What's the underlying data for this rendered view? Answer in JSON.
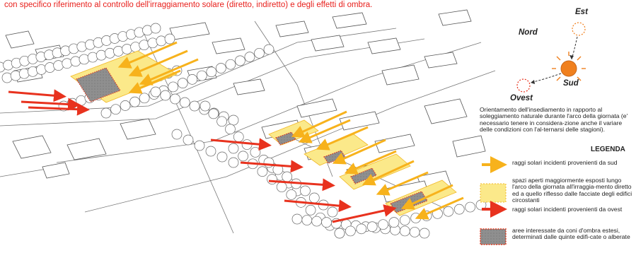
{
  "caption": "con specifico riferimento al controllo dell'irraggiamento solare (diretto, indiretto) e degli effetti di ombra.",
  "compass": {
    "nord": "Nord",
    "est": "Est",
    "sud": "Sud",
    "ovest": "Ovest"
  },
  "description": "Orientamento dell'insediamento in rapporto al soleggiamento naturale durante l'arco della giornata (e' necessario tenere in considera-zione anche il variare delle condizioni con l'al-ternarsi delle stagioni).",
  "legend": {
    "title": "LEGENDA",
    "items": [
      {
        "symbol": "arrow-yellow",
        "text": "raggi solari incidenti provenienti da sud"
      },
      {
        "symbol": "area-yellow",
        "text": "spazi aperti maggiormente esposti lungo l'arco della giornata all'irraggia-mento diretto ed a quello riflesso dalle facciate degli edifici circostanti"
      },
      {
        "symbol": "arrow-red",
        "text": "raggi solari incidenti provenienti da ovest"
      },
      {
        "symbol": "area-shadow",
        "text": "aree interessate da coni d'ombra estesi, determinati dalle quinte edifi-cate o alberate"
      }
    ]
  },
  "colors": {
    "caption": "#e8201c",
    "yellow_arrow": "#f7b21c",
    "yellow_area": "#fbe98a",
    "red_arrow": "#e8321e",
    "shadow": "#8a8a8a",
    "sun": "#f0801e"
  }
}
